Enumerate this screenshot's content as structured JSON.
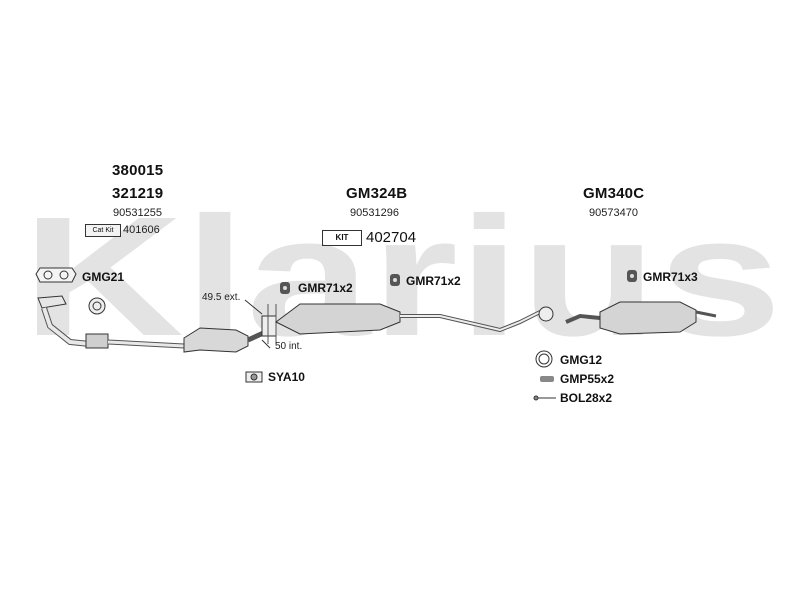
{
  "watermark": {
    "text": "Klarius",
    "color": "#e3e3e3"
  },
  "groups": [
    {
      "codes": [
        "380015",
        "321219"
      ],
      "oem": "90531255",
      "catkit_badge": "Cat Kit",
      "catkit_code": "401606"
    },
    {
      "codes": [
        "GM324B"
      ],
      "oem": "90531296",
      "kit_badge": "KIT",
      "kit_code": "402704"
    },
    {
      "codes": [
        "GM340C"
      ],
      "oem": "90573470"
    }
  ],
  "labels": {
    "gmg21": "GMG21",
    "gmr_a": "GMR71x2",
    "gmr_b": "GMR71x2",
    "gmr_c": "GMR71x3",
    "ext": "49.5 ext.",
    "int": "50 int.",
    "sya": "SYA10",
    "gmg12": "GMG12",
    "gmp": "GMP55x2",
    "bol": "BOL28x2"
  },
  "colors": {
    "line": "#333333",
    "part_fill": "#d8d8d8",
    "part_dark": "#9a9a9a"
  }
}
